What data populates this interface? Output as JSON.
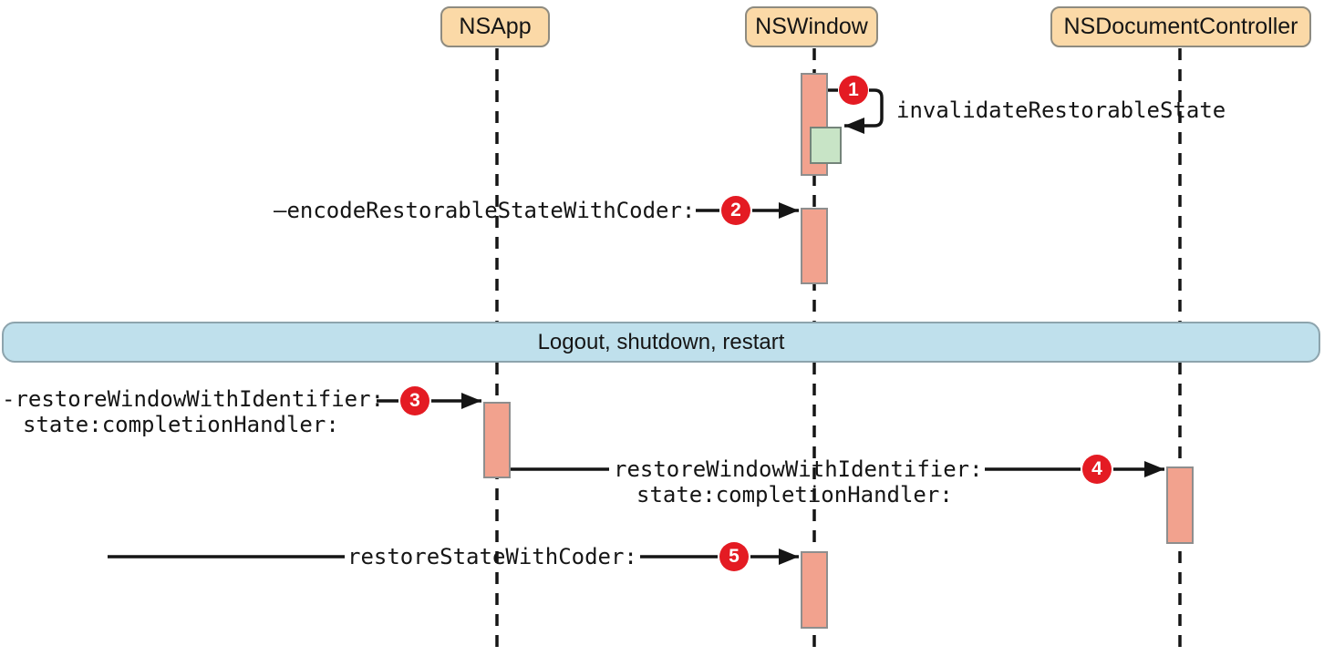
{
  "diagram": {
    "participants": [
      {
        "label": "NSApp"
      },
      {
        "label": "NSWindow"
      },
      {
        "label": "NSDocumentController"
      }
    ],
    "separator_band": {
      "label": "Logout, shutdown, restart"
    },
    "messages": [
      {
        "num": "1",
        "label": "invalidateRestorableState"
      },
      {
        "num": "2",
        "label": "—encodeRestorableStateWithCoder:"
      },
      {
        "num": "3",
        "label_line1": "-restoreWindowWithIdentifier:",
        "label_line2": "state:completionHandler:"
      },
      {
        "num": "4",
        "label_line1": "restoreWindowWithIdentifier:",
        "label_line2": "state:completionHandler:"
      },
      {
        "num": "5",
        "label": "restoreStateWithCoder:"
      }
    ],
    "colors": {
      "participant_fill": "#fbd9a7",
      "participant_border": "#8e8b80",
      "activation_fill": "#f2a28e",
      "activation_border": "#8e8e8e",
      "state_block_fill": "#c8e4c6",
      "state_block_border": "#74847a",
      "badge_fill": "#e41b23",
      "badge_text": "#ffffff",
      "band_fill": "#bfe0ec",
      "band_border": "#8da4ad",
      "line_color": "#151515"
    }
  }
}
